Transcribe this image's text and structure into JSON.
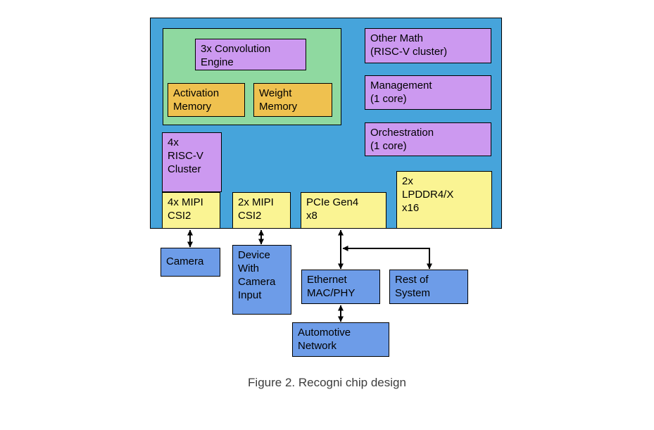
{
  "caption": "Figure 2. Recogni chip design",
  "colors": {
    "chip": "#46A4DB",
    "green": "#8FD9A0",
    "purple": "#CC99F0",
    "orange": "#EFC14F",
    "yellow": "#FAF493",
    "extblue": "#6D9CE8"
  },
  "chip": {
    "compute": {
      "convolution": "3x Convolution\nEngine",
      "activation_memory": "Activation\nMemory",
      "weight_memory": "Weight\nMemory"
    },
    "riscv_cluster": "4x\nRISC-V\nCluster",
    "other_math": "Other Math\n(RISC-V cluster)",
    "management": "Management\n(1 core)",
    "orchestration": "Orchestration\n(1 core)",
    "mipi4": "4x MIPI\nCSI2",
    "mipi2": "2x MIPI\nCSI2",
    "pcie": "PCIe Gen4\nx8",
    "lpddr": "2x\nLPDDR4/X\nx16"
  },
  "external": {
    "camera": "Camera",
    "device_with_camera": "Device\nWith\nCamera\nInput",
    "ethernet": "Ethernet\nMAC/PHY",
    "rest_of_system": "Rest of\nSystem",
    "automotive_network": "Automotive\nNetwork"
  }
}
